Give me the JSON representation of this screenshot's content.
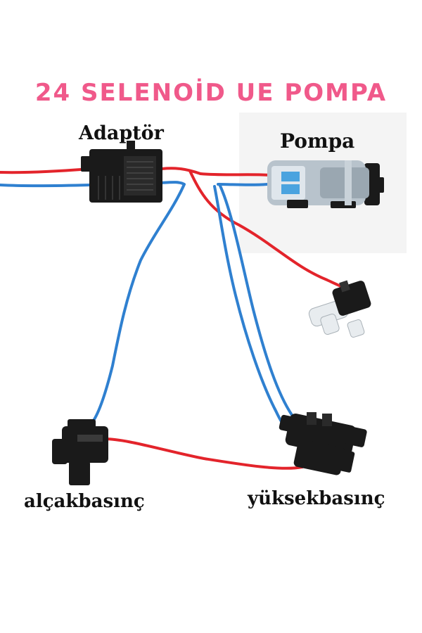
{
  "title": "24 SELENOİD UE POMPA",
  "labels": {
    "adaptor": "Adaptör",
    "pompa": "Pompa",
    "alcak": "alçakbasınç",
    "yuksek": "yüksekbasınç"
  },
  "colors": {
    "title": "#f0598a",
    "red_wire": "#e3242b",
    "blue_wire": "#2f80d0",
    "component": "#1a1a1a",
    "pump_body": "#b8c3cc",
    "valve_body": "#e8ecef"
  }
}
